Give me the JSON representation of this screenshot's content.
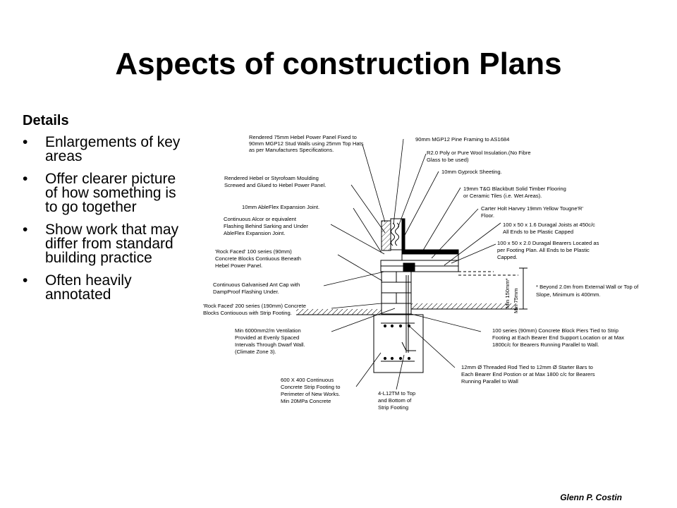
{
  "slide": {
    "title": "Aspects of construction Plans",
    "subhead": "Details",
    "bullet_char": "•",
    "bullets": [
      "Enlargements of key areas",
      "Offer clearer picture of how something is to go together",
      "Show work that may differ from standard building practice",
      "Often heavily annotated"
    ],
    "author": "Glenn P. Costin"
  },
  "diagram": {
    "annotations_left": [
      [
        "Rendered 75mm Hebel Power Panel Fixed to",
        "90mm MGP12 Stud Walls using 25mm Top Hats",
        "as per Manufactures Specifications."
      ],
      [
        "Rendered Hebel or Styrofoam Moulding",
        "Screwed and Glued to Hebel Power Panel."
      ],
      [
        "10mm AbleFlex Expansion Joint."
      ],
      [
        "Continuous Alcor or equivalent",
        "Flashing Behind Sarking and Under",
        "AbleFlex Expansion Joint."
      ],
      [
        "'Rock Faced' 100 series (90mm)",
        "Concrete Blocks Contiuous Beneath",
        "Hebel Power Panel."
      ],
      [
        "Continuous Galvanised Ant Cap with",
        "DampProof Flashing Under."
      ],
      [
        "'Rock Faced' 200 series (190mm) Concrete",
        "Blocks Contiouous with Strip Footing."
      ],
      [
        "Min 6000mm2/m Ventilation",
        "Provided at Evenly Spaced",
        "Intervals Through Dwarf Wall.",
        "(Climate Zone 3)."
      ],
      [
        "600 X 400 Continuous",
        "Concrete Strip Footing to",
        "Perimeter of New Works.",
        "Min 20MPa Concrete"
      ],
      [
        "4-L12TM to Top",
        "and Bottom of",
        "Strip Footing"
      ]
    ],
    "annotations_right": [
      [
        "90mm MGP12 Pine Framing to AS1684"
      ],
      [
        "R2.0 Poly or Pure Wool Insulation.(No Fibre",
        "Glass to be used)"
      ],
      [
        "10mm Gyprock Sheeting."
      ],
      [
        "19mm T&G Blackbutt Solid Timber Flooring",
        "or Ceramic Tiles (i.e. Wet Areas)."
      ],
      [
        "Carter Holt Harvey 19mm Yellow Tougne'R'",
        "Floor."
      ],
      [
        "100 x 50 x 1.6 Duragal Joists at 450c/c",
        "All Ends to be Plastic Capped"
      ],
      [
        "100 x 50 x 2.0 Duragal Bearers Located as",
        "per Footing Plan. All Ends to be Plastic",
        "Capped."
      ],
      [
        "* Beyond 2.0m from External Wall or Top of",
        "Slope, Minimum is 400mm."
      ],
      [
        "100 series (90mm) Concrete Block Piers Tied to Strip",
        "Footing at Each Bearer End Support Location or at Max",
        "1800c/c for Bearers Running Parallel to Wall."
      ],
      [
        "12mm Ø Threaded Rod Tied to 12mm Ø Starter Bars to",
        "Each Bearer End Postion or at Max 1800 c/c for Bearers",
        "Running Parallel to Wall"
      ]
    ],
    "dimensions": [
      "Min 150mm*",
      "Min 75mm"
    ]
  }
}
